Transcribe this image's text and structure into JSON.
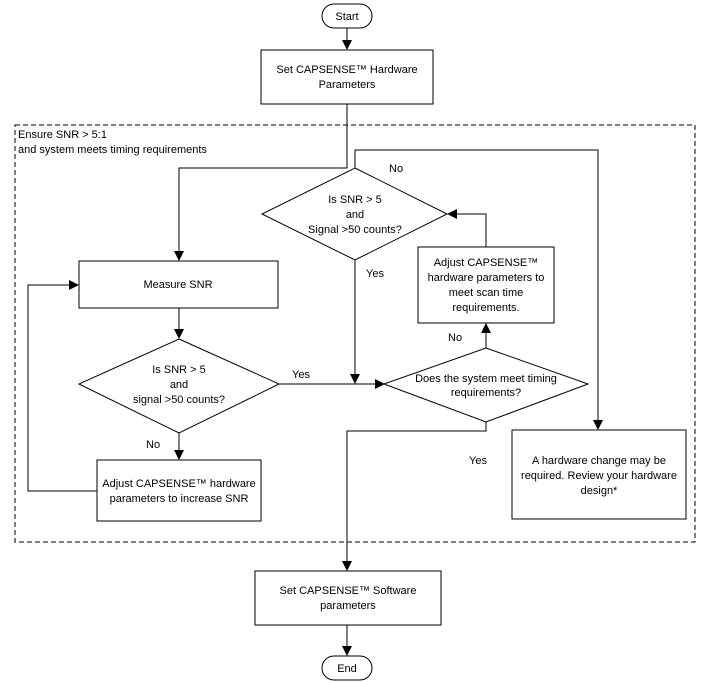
{
  "start": {
    "label": "Start"
  },
  "end": {
    "label": "End"
  },
  "set_hw": {
    "lines": [
      "Set CAPSENSE™ Hardware",
      "Parameters"
    ]
  },
  "region": {
    "lines": [
      "Ensure SNR > 5:1",
      "and system meets timing requirements"
    ]
  },
  "measure_snr": {
    "label": "Measure SNR"
  },
  "decision_left": {
    "lines": [
      "Is SNR > 5",
      "and",
      "signal >50 counts?"
    ]
  },
  "decision_top": {
    "lines": [
      "Is SNR > 5",
      "and",
      "Signal >50 counts?"
    ]
  },
  "decision_timing": {
    "lines": [
      "Does the system meet timing",
      "requirements?"
    ]
  },
  "adjust_snr": {
    "lines": [
      "Adjust CAPSENSE™ hardware",
      "parameters to increase SNR"
    ]
  },
  "adjust_scan": {
    "lines": [
      "Adjust CAPSENSE™",
      "hardware parameters to",
      "meet scan time",
      "requirements."
    ]
  },
  "hw_change": {
    "lines": [
      "A hardware change may be",
      "required. Review your hardware",
      "design*"
    ]
  },
  "set_sw": {
    "lines": [
      "Set CAPSENSE™ Software",
      "parameters"
    ]
  },
  "edge_labels": {
    "no_top": "No",
    "yes_top": "Yes",
    "yes_left": "Yes",
    "no_left": "No",
    "no_timing": "No",
    "yes_timing": "Yes"
  }
}
